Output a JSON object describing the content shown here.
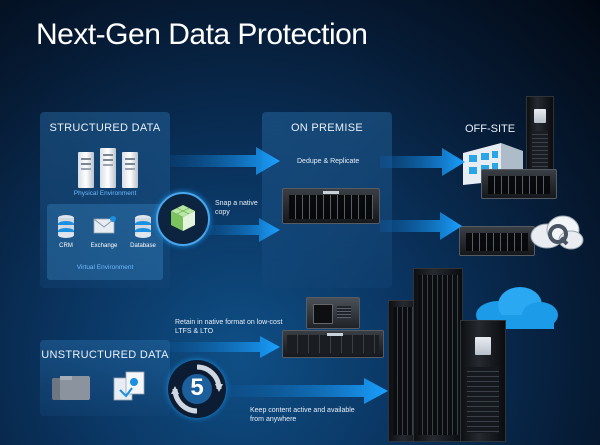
{
  "title": "Next-Gen Data Protection",
  "structured": {
    "title": "STRUCTURED DATA",
    "physical_caption": "Physical Environment",
    "virtual_caption": "Virtual Environment",
    "apps": [
      {
        "label": "CRM",
        "icon": "database-icon"
      },
      {
        "label": "Exchange",
        "icon": "mail-icon"
      },
      {
        "label": "Database",
        "icon": "database-icon"
      }
    ]
  },
  "on_premise": {
    "title": "ON PREMISE",
    "dedupe_label": "Dedupe & Replicate"
  },
  "off_site": {
    "title": "OFF-SITE"
  },
  "snap_label": "Snap a native copy",
  "retain_label": "Retain in native format on low-cost LTFS & LTO",
  "unstructured": {
    "title": "UNSTRUCTURED DATA"
  },
  "cycle_number": "5",
  "keep_label": "Keep content active and available from anywhere",
  "colors": {
    "accent_blue": "#1b8fe0",
    "caption_blue": "#6fb8ff",
    "panel_blue": "#1f5f95"
  }
}
